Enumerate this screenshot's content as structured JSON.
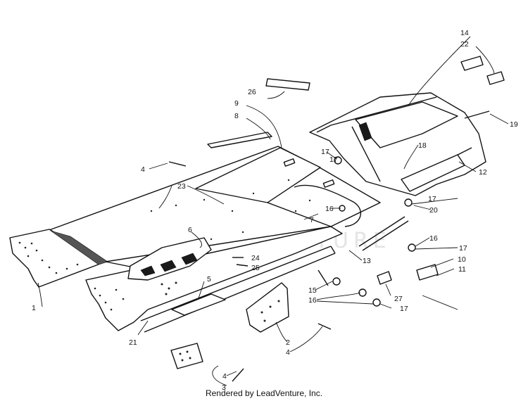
{
  "diagram": {
    "callouts": [
      "1",
      "2",
      "3",
      "4",
      "4",
      "4",
      "5",
      "6",
      "7",
      "8",
      "9",
      "10",
      "11",
      "12",
      "13",
      "14",
      "15",
      "16",
      "16",
      "16",
      "17",
      "17",
      "17",
      "17",
      "17",
      "18",
      "19",
      "20",
      "21",
      "22",
      "23",
      "24",
      "25",
      "26",
      "27"
    ],
    "watermark": "LEADVENTURE",
    "credit": "Rendered by LeadVenture, Inc."
  }
}
